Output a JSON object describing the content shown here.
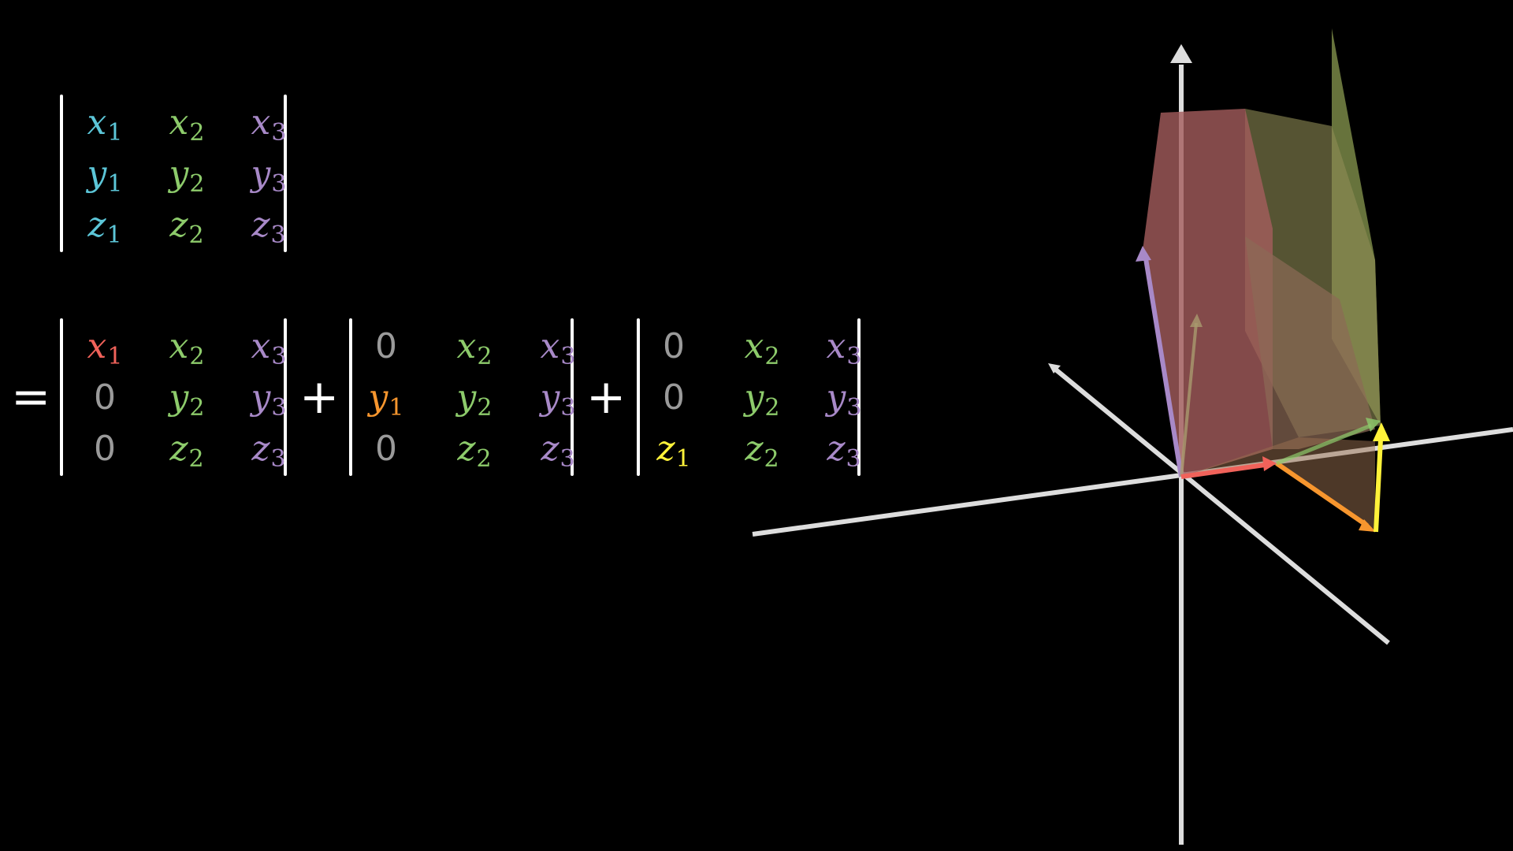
{
  "colors": {
    "cyan": "#5cc6d8",
    "green": "#8dcb6b",
    "purple": "#a889c8",
    "red": "#f0625a",
    "orange": "#f7962e",
    "yellow": "#fff23a",
    "grey": "#9a9a9a",
    "axis": "#dddddd"
  },
  "top_det": {
    "rows": [
      [
        {
          "v": "x",
          "s": "1",
          "c": "cyan"
        },
        {
          "v": "x",
          "s": "2",
          "c": "green"
        },
        {
          "v": "x",
          "s": "3",
          "c": "purple"
        }
      ],
      [
        {
          "v": "y",
          "s": "1",
          "c": "cyan"
        },
        {
          "v": "y",
          "s": "2",
          "c": "green"
        },
        {
          "v": "y",
          "s": "3",
          "c": "purple"
        }
      ],
      [
        {
          "v": "z",
          "s": "1",
          "c": "cyan"
        },
        {
          "v": "z",
          "s": "2",
          "c": "green"
        },
        {
          "v": "z",
          "s": "3",
          "c": "purple"
        }
      ]
    ]
  },
  "equation": {
    "equals": "=",
    "plus": "+",
    "dets": [
      {
        "rows": [
          [
            {
              "v": "x",
              "s": "1",
              "c": "red"
            },
            {
              "v": "x",
              "s": "2",
              "c": "green"
            },
            {
              "v": "x",
              "s": "3",
              "c": "purple"
            }
          ],
          [
            {
              "v": "0",
              "s": "",
              "c": "grey"
            },
            {
              "v": "y",
              "s": "2",
              "c": "green"
            },
            {
              "v": "y",
              "s": "3",
              "c": "purple"
            }
          ],
          [
            {
              "v": "0",
              "s": "",
              "c": "grey"
            },
            {
              "v": "z",
              "s": "2",
              "c": "green"
            },
            {
              "v": "z",
              "s": "3",
              "c": "purple"
            }
          ]
        ]
      },
      {
        "rows": [
          [
            {
              "v": "0",
              "s": "",
              "c": "grey"
            },
            {
              "v": "x",
              "s": "2",
              "c": "green"
            },
            {
              "v": "x",
              "s": "3",
              "c": "purple"
            }
          ],
          [
            {
              "v": "y",
              "s": "1",
              "c": "orange"
            },
            {
              "v": "y",
              "s": "2",
              "c": "green"
            },
            {
              "v": "y",
              "s": "3",
              "c": "purple"
            }
          ],
          [
            {
              "v": "0",
              "s": "",
              "c": "grey"
            },
            {
              "v": "z",
              "s": "2",
              "c": "green"
            },
            {
              "v": "z",
              "s": "3",
              "c": "purple"
            }
          ]
        ]
      },
      {
        "rows": [
          [
            {
              "v": "0",
              "s": "",
              "c": "grey"
            },
            {
              "v": "x",
              "s": "2",
              "c": "green"
            },
            {
              "v": "x",
              "s": "3",
              "c": "purple"
            }
          ],
          [
            {
              "v": "0",
              "s": "",
              "c": "grey"
            },
            {
              "v": "y",
              "s": "2",
              "c": "green"
            },
            {
              "v": "y",
              "s": "3",
              "c": "purple"
            }
          ],
          [
            {
              "v": "z",
              "s": "1",
              "c": "yellow"
            },
            {
              "v": "z",
              "s": "2",
              "c": "green"
            },
            {
              "v": "z",
              "s": "3",
              "c": "purple"
            }
          ]
        ]
      }
    ]
  },
  "scene": {
    "parallelepiped_colors": [
      "#c06060",
      "#8a9a50"
    ],
    "vectors": [
      {
        "name": "x1-vector",
        "color": "red"
      },
      {
        "name": "y1-vector",
        "color": "orange"
      },
      {
        "name": "z1-vector",
        "color": "yellow"
      },
      {
        "name": "green-vector",
        "color": "green"
      },
      {
        "name": "purple-vector",
        "color": "purple"
      }
    ]
  }
}
